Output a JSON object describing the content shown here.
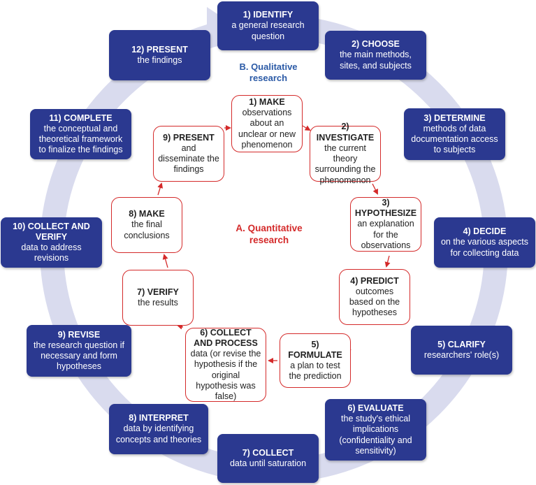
{
  "labels": {
    "qualitative": "B. Qualitative research",
    "quantitative": "A. Quantitative research"
  },
  "colors": {
    "qualitative_fill": "#2b3990",
    "quantitative_border": "#d42a2a",
    "ring": "#d9dbee",
    "arrow": "#d42a2a"
  },
  "qualitative_steps": [
    {
      "title": "1) IDENTIFY",
      "body": "a general research question"
    },
    {
      "title": "2) CHOOSE",
      "body": "the main methods, sites, and subjects"
    },
    {
      "title": "3) DETERMINE",
      "body": "methods of data documentation access to subjects"
    },
    {
      "title": "4) DECIDE",
      "body": "on the various aspects for collecting data"
    },
    {
      "title": "5) CLARIFY",
      "body": "researchers' role(s)"
    },
    {
      "title": "6) EVALUATE",
      "body": "the study's ethical implications (confidentiality and sensitivity)"
    },
    {
      "title": "7) COLLECT",
      "body": "data until saturation"
    },
    {
      "title": "8) INTERPRET",
      "body": "data by identifying concepts and theories"
    },
    {
      "title": "9) REVISE",
      "body": "the research question if necessary and form hypotheses"
    },
    {
      "title": "10) COLLECT AND VERIFY",
      "body": "data to address revisions"
    },
    {
      "title": "11) COMPLETE",
      "body": "the conceptual and theoretical framework to finalize the findings"
    },
    {
      "title": "12) PRESENT",
      "body": "the findings"
    }
  ],
  "quantitative_steps": [
    {
      "title": "1) MAKE",
      "body": "observations about an unclear or new phenomenon"
    },
    {
      "title": "2) INVESTIGATE",
      "body": "the current theory surrounding the phenomenon"
    },
    {
      "title": "3) HYPOTHESIZE",
      "body": "an explanation for the observations"
    },
    {
      "title": "4) PREDICT",
      "body": "outcomes based on the hypotheses"
    },
    {
      "title": "5) FORMULATE",
      "body": "a plan to test the prediction"
    },
    {
      "title": "6) COLLECT AND PROCESS",
      "body": "data (or revise the hypothesis if the original hypothesis was false)"
    },
    {
      "title": "7) VERIFY",
      "body": "the results"
    },
    {
      "title": "8) MAKE",
      "body": "the final conclusions"
    },
    {
      "title": "9) PRESENT",
      "body": "and disseminate the findings"
    }
  ]
}
